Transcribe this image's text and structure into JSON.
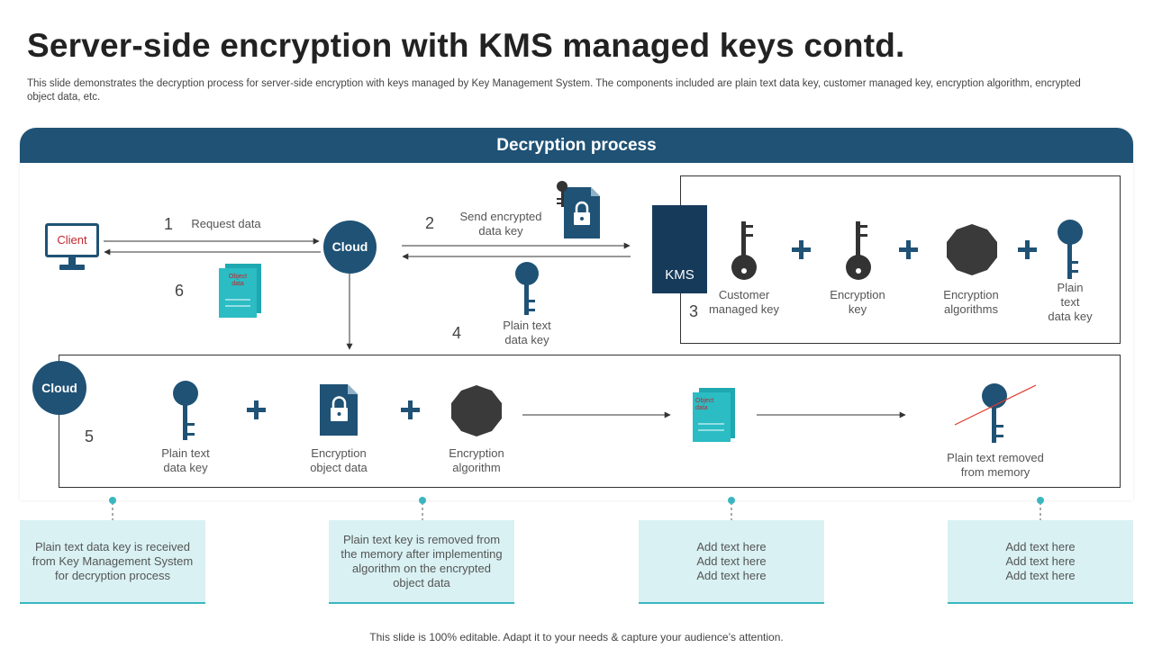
{
  "header": {
    "title": "Server-side encryption with KMS managed keys contd.",
    "subtitle": "This slide demonstrates the decryption process for server-side encryption with keys managed by Key Management System. The components included are plain text data key, customer managed key, encryption algorithm, encrypted object data, etc."
  },
  "banner": {
    "title": "Decryption process"
  },
  "diagram": {
    "client_label": "Client",
    "cloud_label": "Cloud",
    "cloud2_label": "Cloud",
    "kms_label": "KMS",
    "step1": {
      "number": "1",
      "label": "Request data"
    },
    "step2": {
      "number": "2",
      "label": "Send encrypted\ndata key"
    },
    "step3": {
      "number": "3"
    },
    "step4": {
      "number": "4",
      "label": "Plain text\ndata key"
    },
    "step5": {
      "number": "5"
    },
    "step6": {
      "number": "6"
    },
    "object_data_label": "Object data",
    "kms_row": {
      "customer_key": "Customer\nmanaged key",
      "encryption_key": "Encryption\nkey",
      "encryption_algorithms": "Encryption\nalgorithms",
      "plain_text_data_key": "Plain\ntext\ndata key"
    },
    "bottom_row": {
      "plain_text_data_key": "Plain text\ndata key",
      "encryption_object_data": "Encryption\nobject data",
      "encryption_algorithm": "Encryption\nalgorithm",
      "removed_from_memory": "Plain text removed\nfrom memory"
    }
  },
  "notes": [
    "Plain text data key is received from Key Management System for decryption process",
    "Plain text key is removed from the memory after implementing algorithm on the encrypted object data",
    "Add text here\nAdd text here\nAdd text here",
    "Add text here\nAdd text here\nAdd text here"
  ],
  "footer": {
    "text": "This slide is 100% editable. Adapt it to your needs & capture your audience’s attention."
  },
  "colors": {
    "navy": "#1f5275",
    "dark_navy": "#163a5a",
    "teal": "#2bbcc4",
    "note_bg": "#d9f1f3",
    "dark_gray": "#3a3a3a",
    "red": "#c0262d"
  }
}
